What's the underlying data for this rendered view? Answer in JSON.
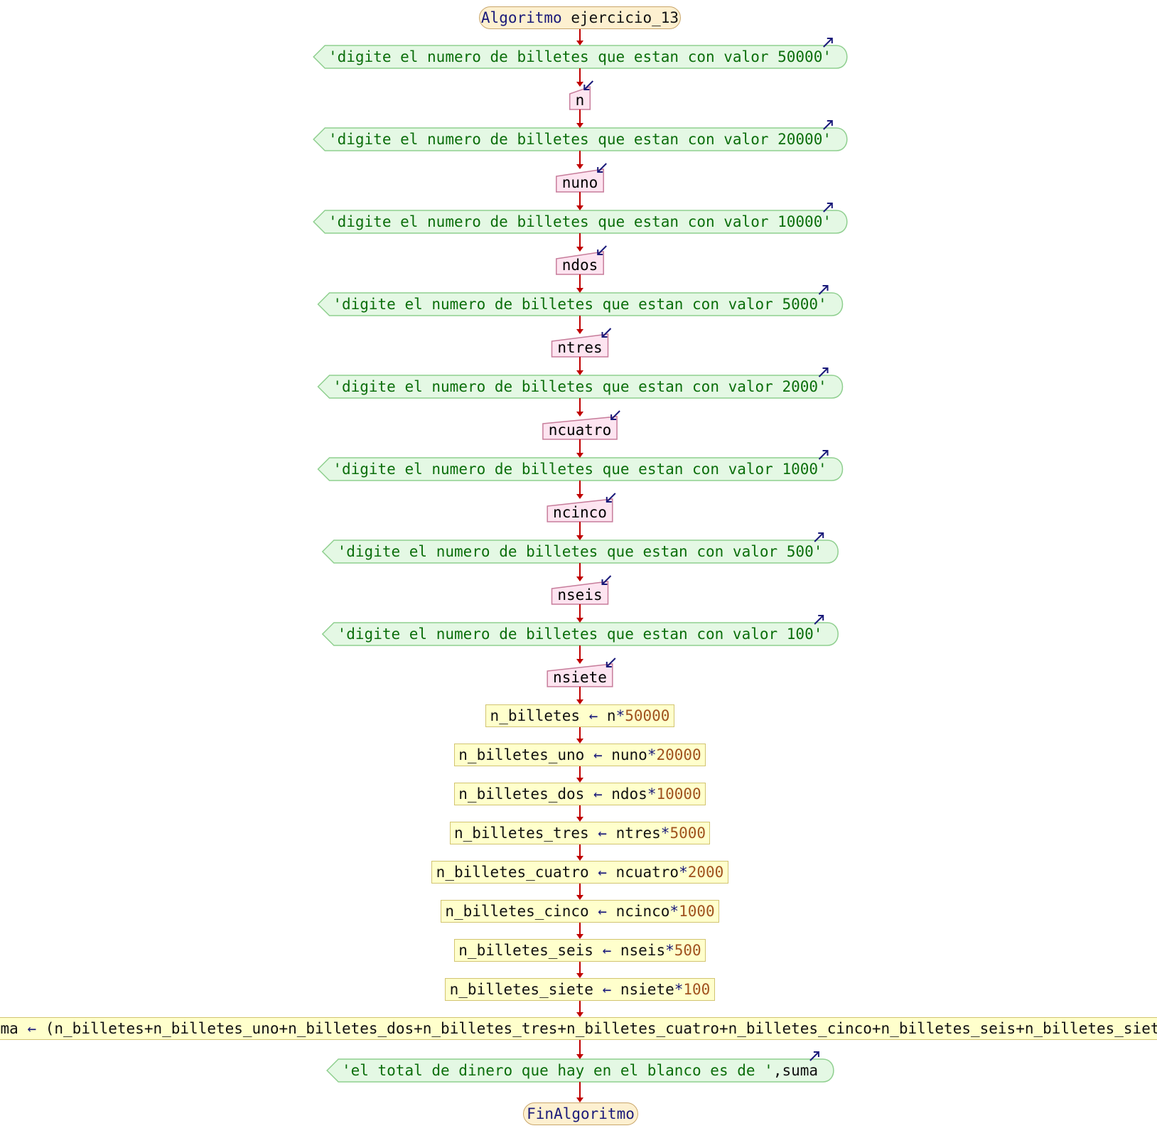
{
  "diagram": {
    "start": {
      "keyword": "Algoritmo",
      "name": "ejercicio_13"
    },
    "end": {
      "label": "FinAlgoritmo"
    },
    "steps": [
      {
        "kind": "output",
        "text": "'digite el numero de billetes que estan con valor 50000'"
      },
      {
        "kind": "input",
        "var": "n"
      },
      {
        "kind": "output",
        "text": "'digite el numero de billetes que estan con valor 20000'"
      },
      {
        "kind": "input",
        "var": "nuno"
      },
      {
        "kind": "output",
        "text": "'digite el numero de billetes que estan con valor 10000'"
      },
      {
        "kind": "input",
        "var": "ndos"
      },
      {
        "kind": "output",
        "text": "'digite el numero de billetes que estan con valor 5000'"
      },
      {
        "kind": "input",
        "var": "ntres"
      },
      {
        "kind": "output",
        "text": "'digite el numero de billetes que estan con valor 2000'"
      },
      {
        "kind": "input",
        "var": "ncuatro"
      },
      {
        "kind": "output",
        "text": "'digite el numero de billetes que estan con valor 1000'"
      },
      {
        "kind": "input",
        "var": "ncinco"
      },
      {
        "kind": "output",
        "text": "'digite el numero de billetes que estan con valor 500'"
      },
      {
        "kind": "input",
        "var": "nseis"
      },
      {
        "kind": "output",
        "text": "'digite el numero de billetes que estan con valor 100'"
      },
      {
        "kind": "input",
        "var": "nsiete"
      },
      {
        "kind": "assign",
        "lhs": "n_billetes",
        "arrow": "←",
        "rhs_var": "n",
        "rhs_op": "*",
        "rhs_num": "50000"
      },
      {
        "kind": "assign",
        "lhs": "n_billetes_uno",
        "arrow": "←",
        "rhs_var": "nuno",
        "rhs_op": "*",
        "rhs_num": "20000"
      },
      {
        "kind": "assign",
        "lhs": "n_billetes_dos",
        "arrow": "←",
        "rhs_var": "ndos",
        "rhs_op": "*",
        "rhs_num": "10000"
      },
      {
        "kind": "assign",
        "lhs": "n_billetes_tres",
        "arrow": "←",
        "rhs_var": "ntres",
        "rhs_op": "*",
        "rhs_num": "5000"
      },
      {
        "kind": "assign",
        "lhs": "n_billetes_cuatro",
        "arrow": "←",
        "rhs_var": "ncuatro",
        "rhs_op": "*",
        "rhs_num": "2000"
      },
      {
        "kind": "assign",
        "lhs": "n_billetes_cinco",
        "arrow": "←",
        "rhs_var": "ncinco",
        "rhs_op": "*",
        "rhs_num": "1000"
      },
      {
        "kind": "assign",
        "lhs": "n_billetes_seis",
        "arrow": "←",
        "rhs_var": "nseis",
        "rhs_op": "*",
        "rhs_num": "500"
      },
      {
        "kind": "assign",
        "lhs": "n_billetes_siete",
        "arrow": "←",
        "rhs_var": "nsiete",
        "rhs_op": "*",
        "rhs_num": "100"
      },
      {
        "kind": "sum",
        "lhs": "suma",
        "arrow": "←",
        "rhs": "(n_billetes+n_billetes_uno+n_billetes_dos+n_billetes_tres+n_billetes_cuatro+n_billetes_cinco+n_billetes_seis+n_billetes_siete)"
      },
      {
        "kind": "output",
        "text": "'el total de dinero que hay en el blanco es de '",
        "suffix": ",suma"
      }
    ],
    "colors": {
      "flow_line": "#c00000",
      "output_fill": "#e4f8e4",
      "output_border": "#8fcf8f",
      "output_text": "#0b6e0b",
      "input_fill": "#fde4f0",
      "input_border": "#c77d9b",
      "assign_fill": "#ffffcc",
      "assign_border": "#d2c470",
      "terminal_fill": "#fdf0d0",
      "terminal_border": "#c9a66b",
      "keyword": "#1a1a7a",
      "number": "#a0521e",
      "io_arrow": "#1a1a7a"
    }
  }
}
